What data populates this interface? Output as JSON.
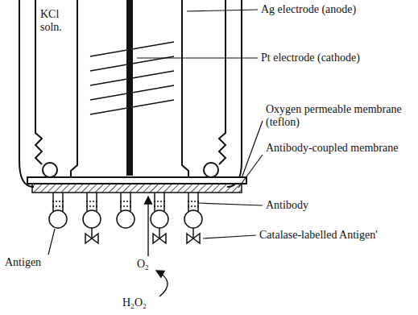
{
  "diagram": {
    "labels": [
      "KCl soln.",
      "Ag electrode (anode)",
      "Pt electrode (cathode)",
      "Oxygen permeable membrane (teflon)",
      "Antibody-coupled membrane",
      "Antibody",
      "Catalase-labelled Antigen'",
      "Antigen",
      "O₂",
      "H₂O₂"
    ]
  }
}
